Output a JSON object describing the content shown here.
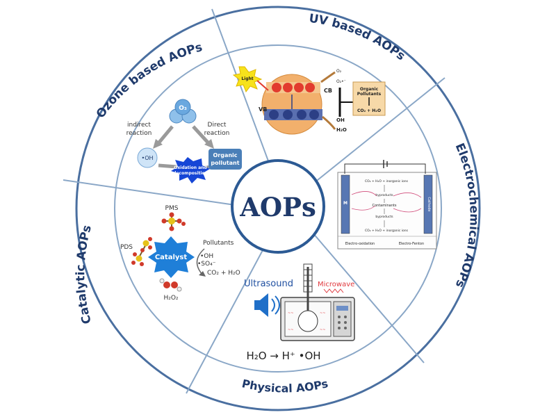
{
  "center": {
    "label": "AOPs"
  },
  "segments": {
    "uv": {
      "title": "UV based AOPs"
    },
    "ozone": {
      "title": "Ozone based AOPs"
    },
    "electrochemical": {
      "title": "Electrochemical AOPs"
    },
    "physical": {
      "title": "Physical AOPs"
    },
    "catalytic": {
      "title": "Catalytic AOPs"
    }
  },
  "ozone_panel": {
    "o3": "O₃",
    "indirect": [
      "indirect",
      "reaction"
    ],
    "direct": [
      "Direct",
      "reaction"
    ],
    "oh": "•OH",
    "organic": [
      "Organic",
      "pollutant"
    ],
    "oxidation": [
      "Oxidation and",
      "decomposition"
    ]
  },
  "uv_panel": {
    "light": "Light",
    "cb": "CB",
    "vb": "VB",
    "o2": "O₂",
    "o2rad": "O₂•⁻",
    "oh": "OH",
    "h2o": "H₂O",
    "organic": [
      "Organic",
      "Pollutants"
    ],
    "products": "CO₂ + H₂O"
  },
  "electro_panel": {
    "left_label": "Electro-oxidation",
    "right_label": "Electro-Fenton",
    "top_eq": "CO₂ + H₂O + inorganic ions",
    "bottom_eq": "CO₂ + H₂O + inorganic ions",
    "byproducts": "byproducts",
    "contaminants": "Contaminants",
    "anode": "M",
    "cathode": "Cathode"
  },
  "physical_panel": {
    "ultrasound": "Ultrasound",
    "microwave": "Microwave",
    "equation": "H₂O → H⁺ •OH"
  },
  "catalytic_panel": {
    "pms": "PMS",
    "pds": "PDS",
    "catalyst": "Catalyst",
    "pollutants": "Pollutants",
    "oh": "•OH",
    "so4": "•SO₄⁻",
    "products": "CO₂ + H₂O",
    "h2o2": "H₂O₂"
  },
  "colors": {
    "ring_stroke": "#4a6fa0",
    "title": "#1f3a6b",
    "line": "#8aa7c7",
    "catalyst": "#1f7fd8",
    "ozone_blue": "#6aa8df",
    "burst": "#1646d6"
  }
}
